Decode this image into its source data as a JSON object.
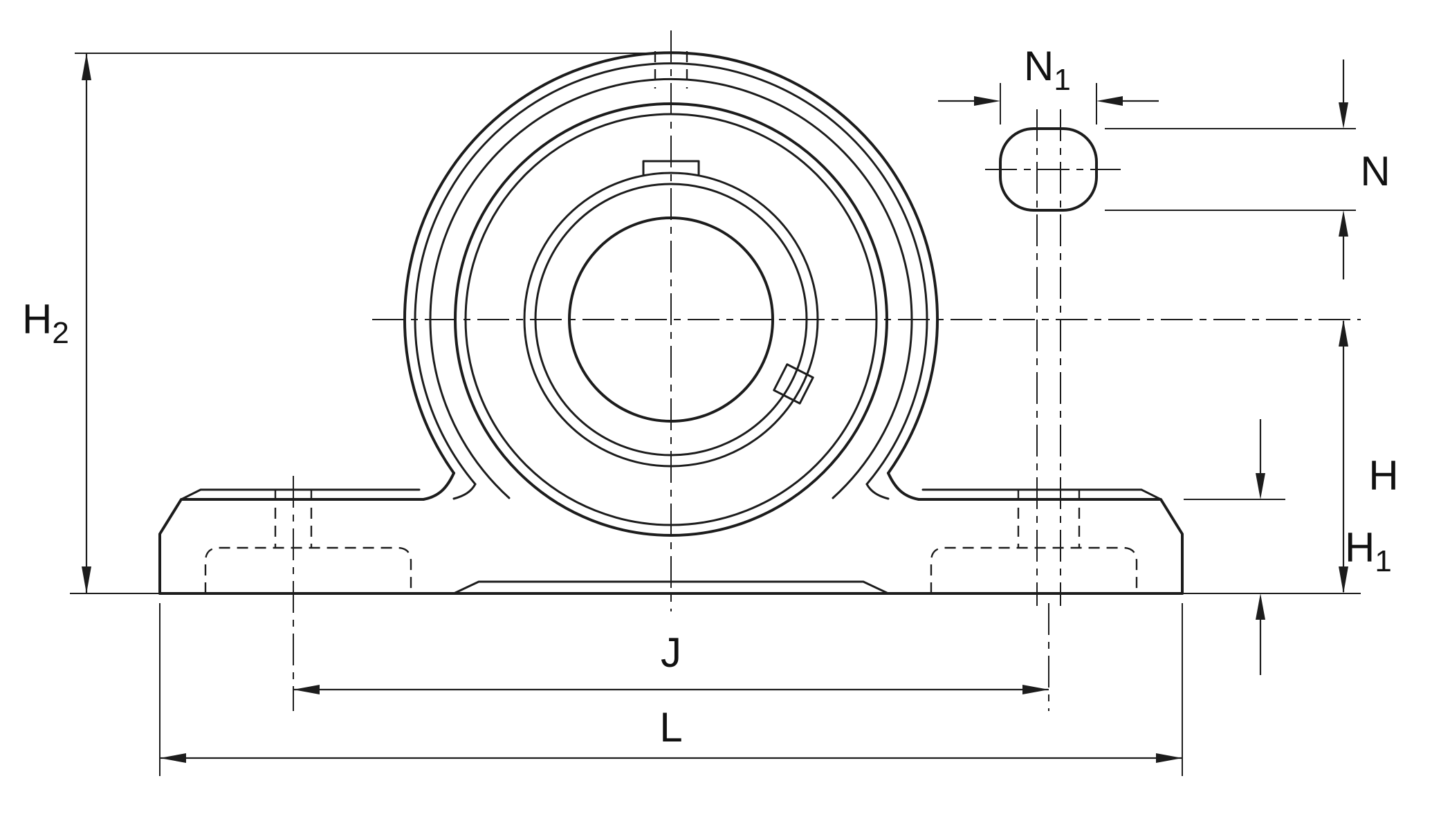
{
  "drawing": {
    "labels": {
      "h2_main": "H",
      "h2_sub": "2",
      "n1_main": "N",
      "n1_sub": "1",
      "n": "N",
      "h": "H",
      "h1_main": "H",
      "h1_sub": "1",
      "j": "J",
      "l": "L"
    },
    "colors": {
      "line": "#1c1c1c",
      "background": "#ffffff"
    }
  }
}
